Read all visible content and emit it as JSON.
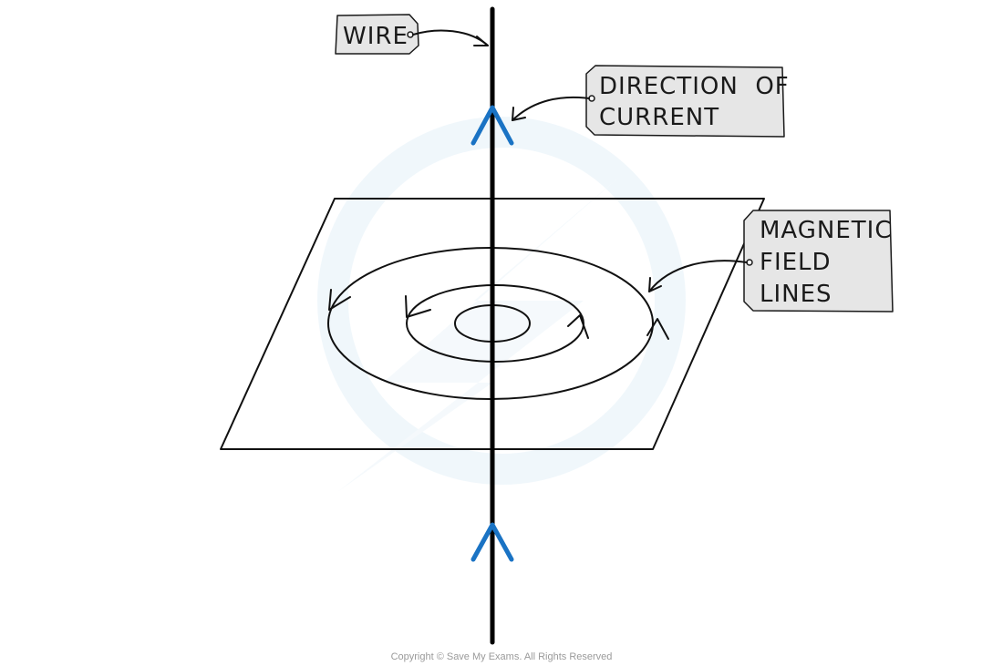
{
  "labels": {
    "wire": "WIRE",
    "current_line1": "DIRECTION  OF",
    "current_line2": "CURRENT",
    "field_line1": "MAGNETIC",
    "field_line2": "FIELD",
    "field_line3": "LINES"
  },
  "footer": {
    "copyright": "Copyright © Save My Exams. All Rights Reserved"
  },
  "colors": {
    "current_arrow": "#1a73c4",
    "label_fill": "#e6e6e6",
    "watermark": "#d6e9f5"
  }
}
